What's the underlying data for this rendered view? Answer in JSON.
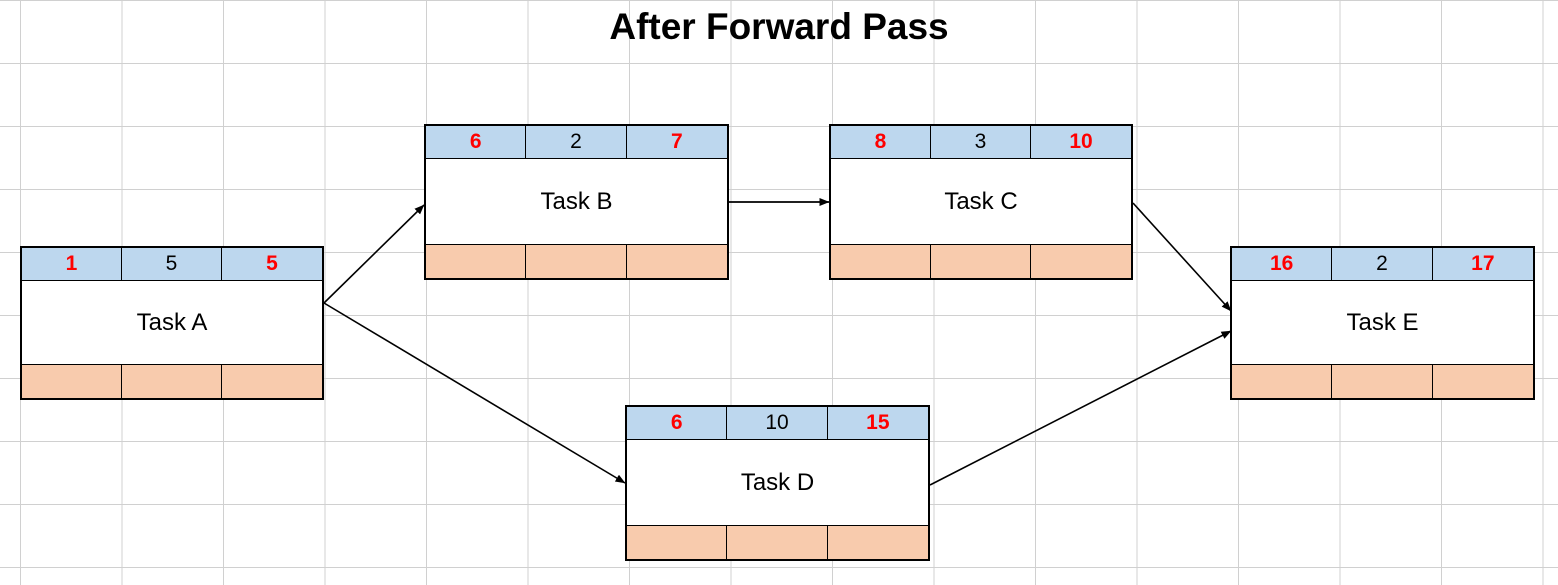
{
  "title": "After Forward Pass",
  "legend": {
    "header_color": "#bdd7ee",
    "footer_color": "#f8cbad",
    "highlight_color": "#ff0000",
    "text_color": "#000000",
    "border_color": "#000000",
    "grid_color": "#d0d0d0"
  },
  "nodes": [
    {
      "id": "A",
      "name": "Task A",
      "early_start": "1",
      "duration": "5",
      "early_finish": "5",
      "late_start": "",
      "slack": "",
      "late_finish": ""
    },
    {
      "id": "B",
      "name": "Task B",
      "early_start": "6",
      "duration": "2",
      "early_finish": "7",
      "late_start": "",
      "slack": "",
      "late_finish": ""
    },
    {
      "id": "C",
      "name": "Task C",
      "early_start": "8",
      "duration": "3",
      "early_finish": "10",
      "late_start": "",
      "slack": "",
      "late_finish": ""
    },
    {
      "id": "D",
      "name": "Task D",
      "early_start": "6",
      "duration": "10",
      "early_finish": "15",
      "late_start": "",
      "slack": "",
      "late_finish": ""
    },
    {
      "id": "E",
      "name": "Task E",
      "early_start": "16",
      "duration": "2",
      "early_finish": "17",
      "late_start": "",
      "slack": "",
      "late_finish": ""
    }
  ],
  "edges": [
    {
      "from": "A",
      "to": "B"
    },
    {
      "from": "A",
      "to": "D"
    },
    {
      "from": "B",
      "to": "C"
    },
    {
      "from": "C",
      "to": "E"
    },
    {
      "from": "D",
      "to": "E"
    }
  ]
}
